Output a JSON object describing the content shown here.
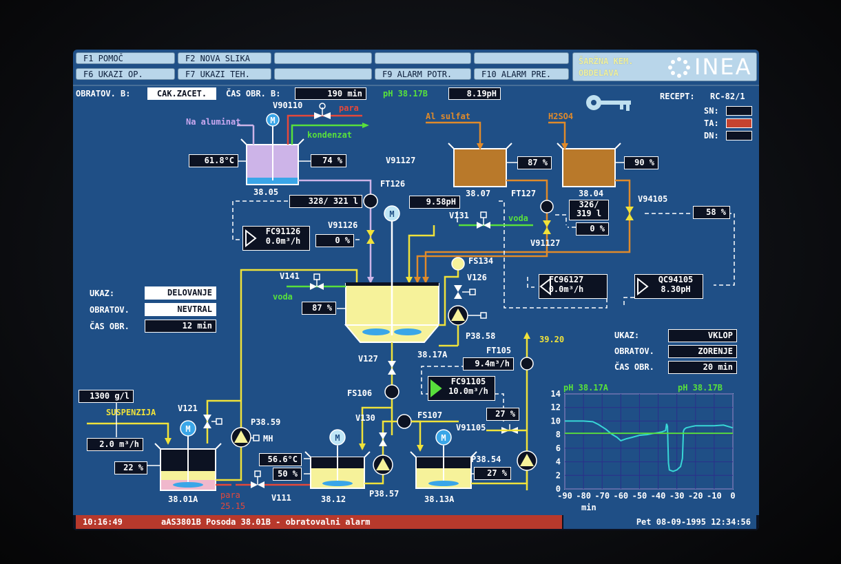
{
  "fkeys": {
    "f1": "F1 POMOČ",
    "f2": "F2 NOVA SLIKA",
    "f6": "F6 UKAZI OP.",
    "f7": "F7 UKAZI TEH.",
    "f9": "F9 ALARM POTR.",
    "f10": "F10 ALARM PRE."
  },
  "brand": {
    "line1": "ŠARŽNA KEM.",
    "line2": "OBDELAVA",
    "logo": "INEA",
    "logo_icon": "dot-grid-icon"
  },
  "header": {
    "obratov_label": "OBRATOV. B:",
    "obratov_value": "CAK.ZACET.",
    "cas_label": "ČAS OBR. B:",
    "cas_value": "190 min",
    "ph_label": "pH 38.17B",
    "ph_value": "8.19pH",
    "recept_label": "RECEPT:",
    "recept_value": "RC-82/1",
    "key_icon": "key-icon"
  },
  "shifts": [
    {
      "label": "SN:",
      "color": "#0c1222"
    },
    {
      "label": "TA:",
      "color": "#c5432f"
    },
    {
      "label": "DN:",
      "color": "#0c1222"
    }
  ],
  "left_panel": {
    "ukaz_label": "UKAZ:",
    "ukaz_value": "DELOVANJE",
    "obratov_label": "OBRATOV.",
    "obratov_value": "NEVTRAL",
    "cas_label": "ČAS OBR.",
    "cas_value": "12 min"
  },
  "right_panel": {
    "ukaz_label": "UKAZ:",
    "ukaz_value": "VKLOP",
    "obratov_label": "OBRATOV.",
    "obratov_value": "ZORENJE",
    "cas_label": "ČAS OBR.",
    "cas_value": "20 min"
  },
  "process": {
    "na_aluminat": "Na aluminat",
    "v90110": "V90110",
    "para": "para",
    "kondenzat": "kondenzat",
    "t3805_temp": "61.8°C",
    "t3805_level": "74 %",
    "t3805": "38.05",
    "v91127_top": "V91127",
    "al_sulfat": "Al sulfat",
    "h2so4": "H2SO4",
    "t3807_level": "87 %",
    "t3807": "38.07",
    "t3804_level": "90 %",
    "t3804": "38.04",
    "ft126": "FT126",
    "ft126_value": "328/ 321 l",
    "ft127": "FT127",
    "ph_value": "9.58pH",
    "ft127_value_a": "326/",
    "ft127_value_b": "319 l",
    "v94105": "V94105",
    "v94105_value": "58 %",
    "fc91126": "FC91126",
    "fc91126_value": "0.0m³/h",
    "v91126": "V91126",
    "v91126_value": "0 %",
    "v131": "V131",
    "voda1": "voda",
    "v91127": "V91127",
    "v91127_value": "0 %",
    "fs134": "FS134",
    "v141": "V141",
    "voda2": "voda",
    "t3817_level": "87 %",
    "v126": "V126",
    "fc96127": "FC96127",
    "fc96127_value": "0.0m³/h",
    "qc94105": "QC94105",
    "qc94105_value": "8.30pH",
    "p3858": "P38.58",
    "v127": "V127",
    "t3817a": "38.17A",
    "ft105": "FT105",
    "ft105_value": "9.4m³/h",
    "dest": "39.20",
    "fc91105": "FC91105",
    "fc91105_value": "10.0m³/h",
    "fs106": "FS106",
    "v91105": "V91105",
    "v91105_value": "27 %",
    "susp_value": "1300 g/l",
    "suspenzija": "SUSPENZIJA",
    "susp_flow": "2.0 m³/h",
    "v121": "V121",
    "p3859": "P38.59",
    "mh": "MH",
    "t3801a_level": "22 %",
    "t3801a": "38.01A",
    "para2": "para",
    "para2_val": "25.15",
    "v111": "V111",
    "t3812_temp": "56.6°C",
    "t3812_level": "50 %",
    "t3812": "38.12",
    "v130": "V130",
    "fs107": "FS107",
    "p3857": "P38.57",
    "t3813a": "38.13A",
    "p3854": "P38.54",
    "t3813a_level": "27 %"
  },
  "colors": {
    "screen": "#1f4f86",
    "yellow": "#f0e23a",
    "orange": "#e08a2a",
    "green": "#58e03c",
    "violet": "#c9a8f0",
    "red": "#e6483a",
    "trend": "#38d6d6"
  },
  "chart_data": {
    "type": "line",
    "title_left": "pH 38.17A",
    "title_right": "pH 38.17B",
    "xlabel": "min",
    "x_ticks": [
      -90,
      -80,
      -70,
      -60,
      -50,
      -40,
      -30,
      -20,
      -10,
      0
    ],
    "y_ticks": [
      0,
      2,
      4,
      6,
      8,
      10,
      12,
      14
    ],
    "xlim": [
      -90,
      0
    ],
    "ylim": [
      0,
      14
    ],
    "grid": true,
    "series": [
      {
        "name": "pH 38.17A",
        "color": "#38d6d6",
        "x": [
          -90,
          -85,
          -80,
          -75,
          -72,
          -68,
          -65,
          -62,
          -60,
          -57,
          -54,
          -50,
          -46,
          -42,
          -38,
          -36,
          -35.5,
          -35,
          -34.5,
          -34,
          -32,
          -30,
          -28,
          -27,
          -26.5,
          -26,
          -25,
          -22,
          -20,
          -15,
          -10,
          -5,
          0
        ],
        "y": [
          10,
          10,
          10,
          9.9,
          9.5,
          8.8,
          8.1,
          7.6,
          7.1,
          7.4,
          7.6,
          7.9,
          8.0,
          8.2,
          8.4,
          8.6,
          9.6,
          9.2,
          3.8,
          2.8,
          2.6,
          2.8,
          3.3,
          4.5,
          8.5,
          8.8,
          9.0,
          9.2,
          9.3,
          9.3,
          9.3,
          9.4,
          9.0
        ]
      },
      {
        "name": "pH 38.17B",
        "color": "#58e03c",
        "x": [
          -90,
          0
        ],
        "y": [
          8.2,
          8.2
        ]
      }
    ]
  },
  "status": {
    "time": "10:16:49",
    "message": "aAS3801B Posoda 38.01B - obratovalni alarm",
    "datetime": "Pet 08-09-1995 12:34:56"
  }
}
